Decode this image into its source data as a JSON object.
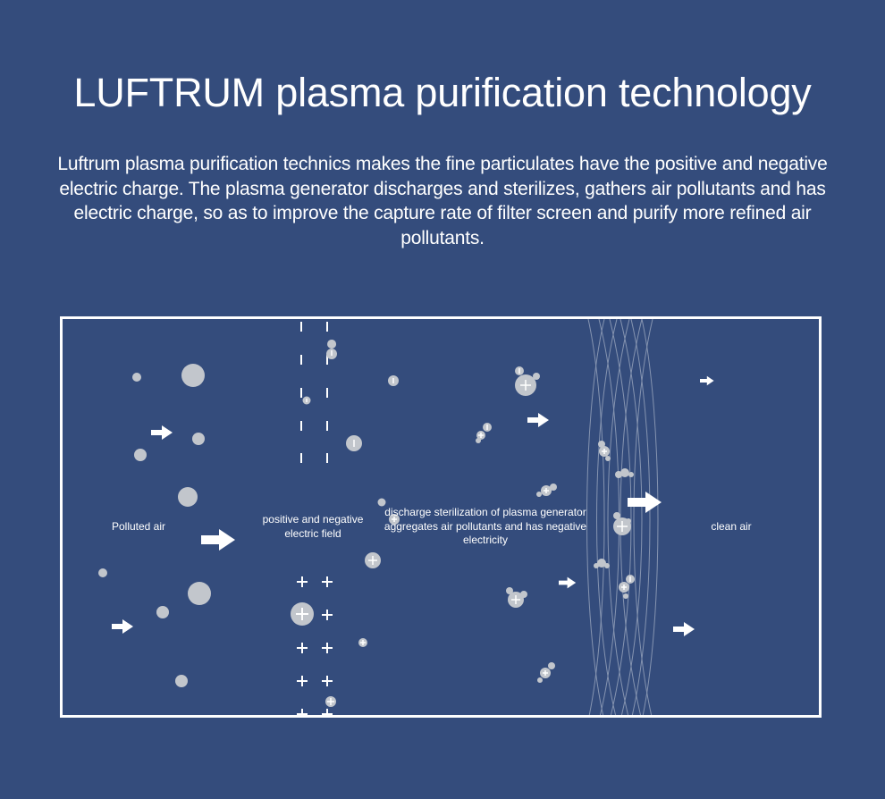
{
  "title": "LUFTRUM plasma purification technology",
  "intro": "Luftrum plasma purification technics makes the fine particulates have the positive and negative electric charge. The plasma generator discharges and sterilizes, gathers air pollutants and has electric charge, so as to improve the capture rate of filter screen and purify more refined air pollutants.",
  "diagram": {
    "labels": {
      "polluted_air": "Polluted air",
      "electric_field": "positive and negative electric field",
      "discharge": "discharge sterilization of plasma generator aggregates air pollutants and has negative electricity",
      "clean_air": "clean air"
    }
  },
  "colors": {
    "background": "#344c7c",
    "particle": "#c2c6cc",
    "line": "#ffffff",
    "filter_lines": "#9aa6be"
  }
}
